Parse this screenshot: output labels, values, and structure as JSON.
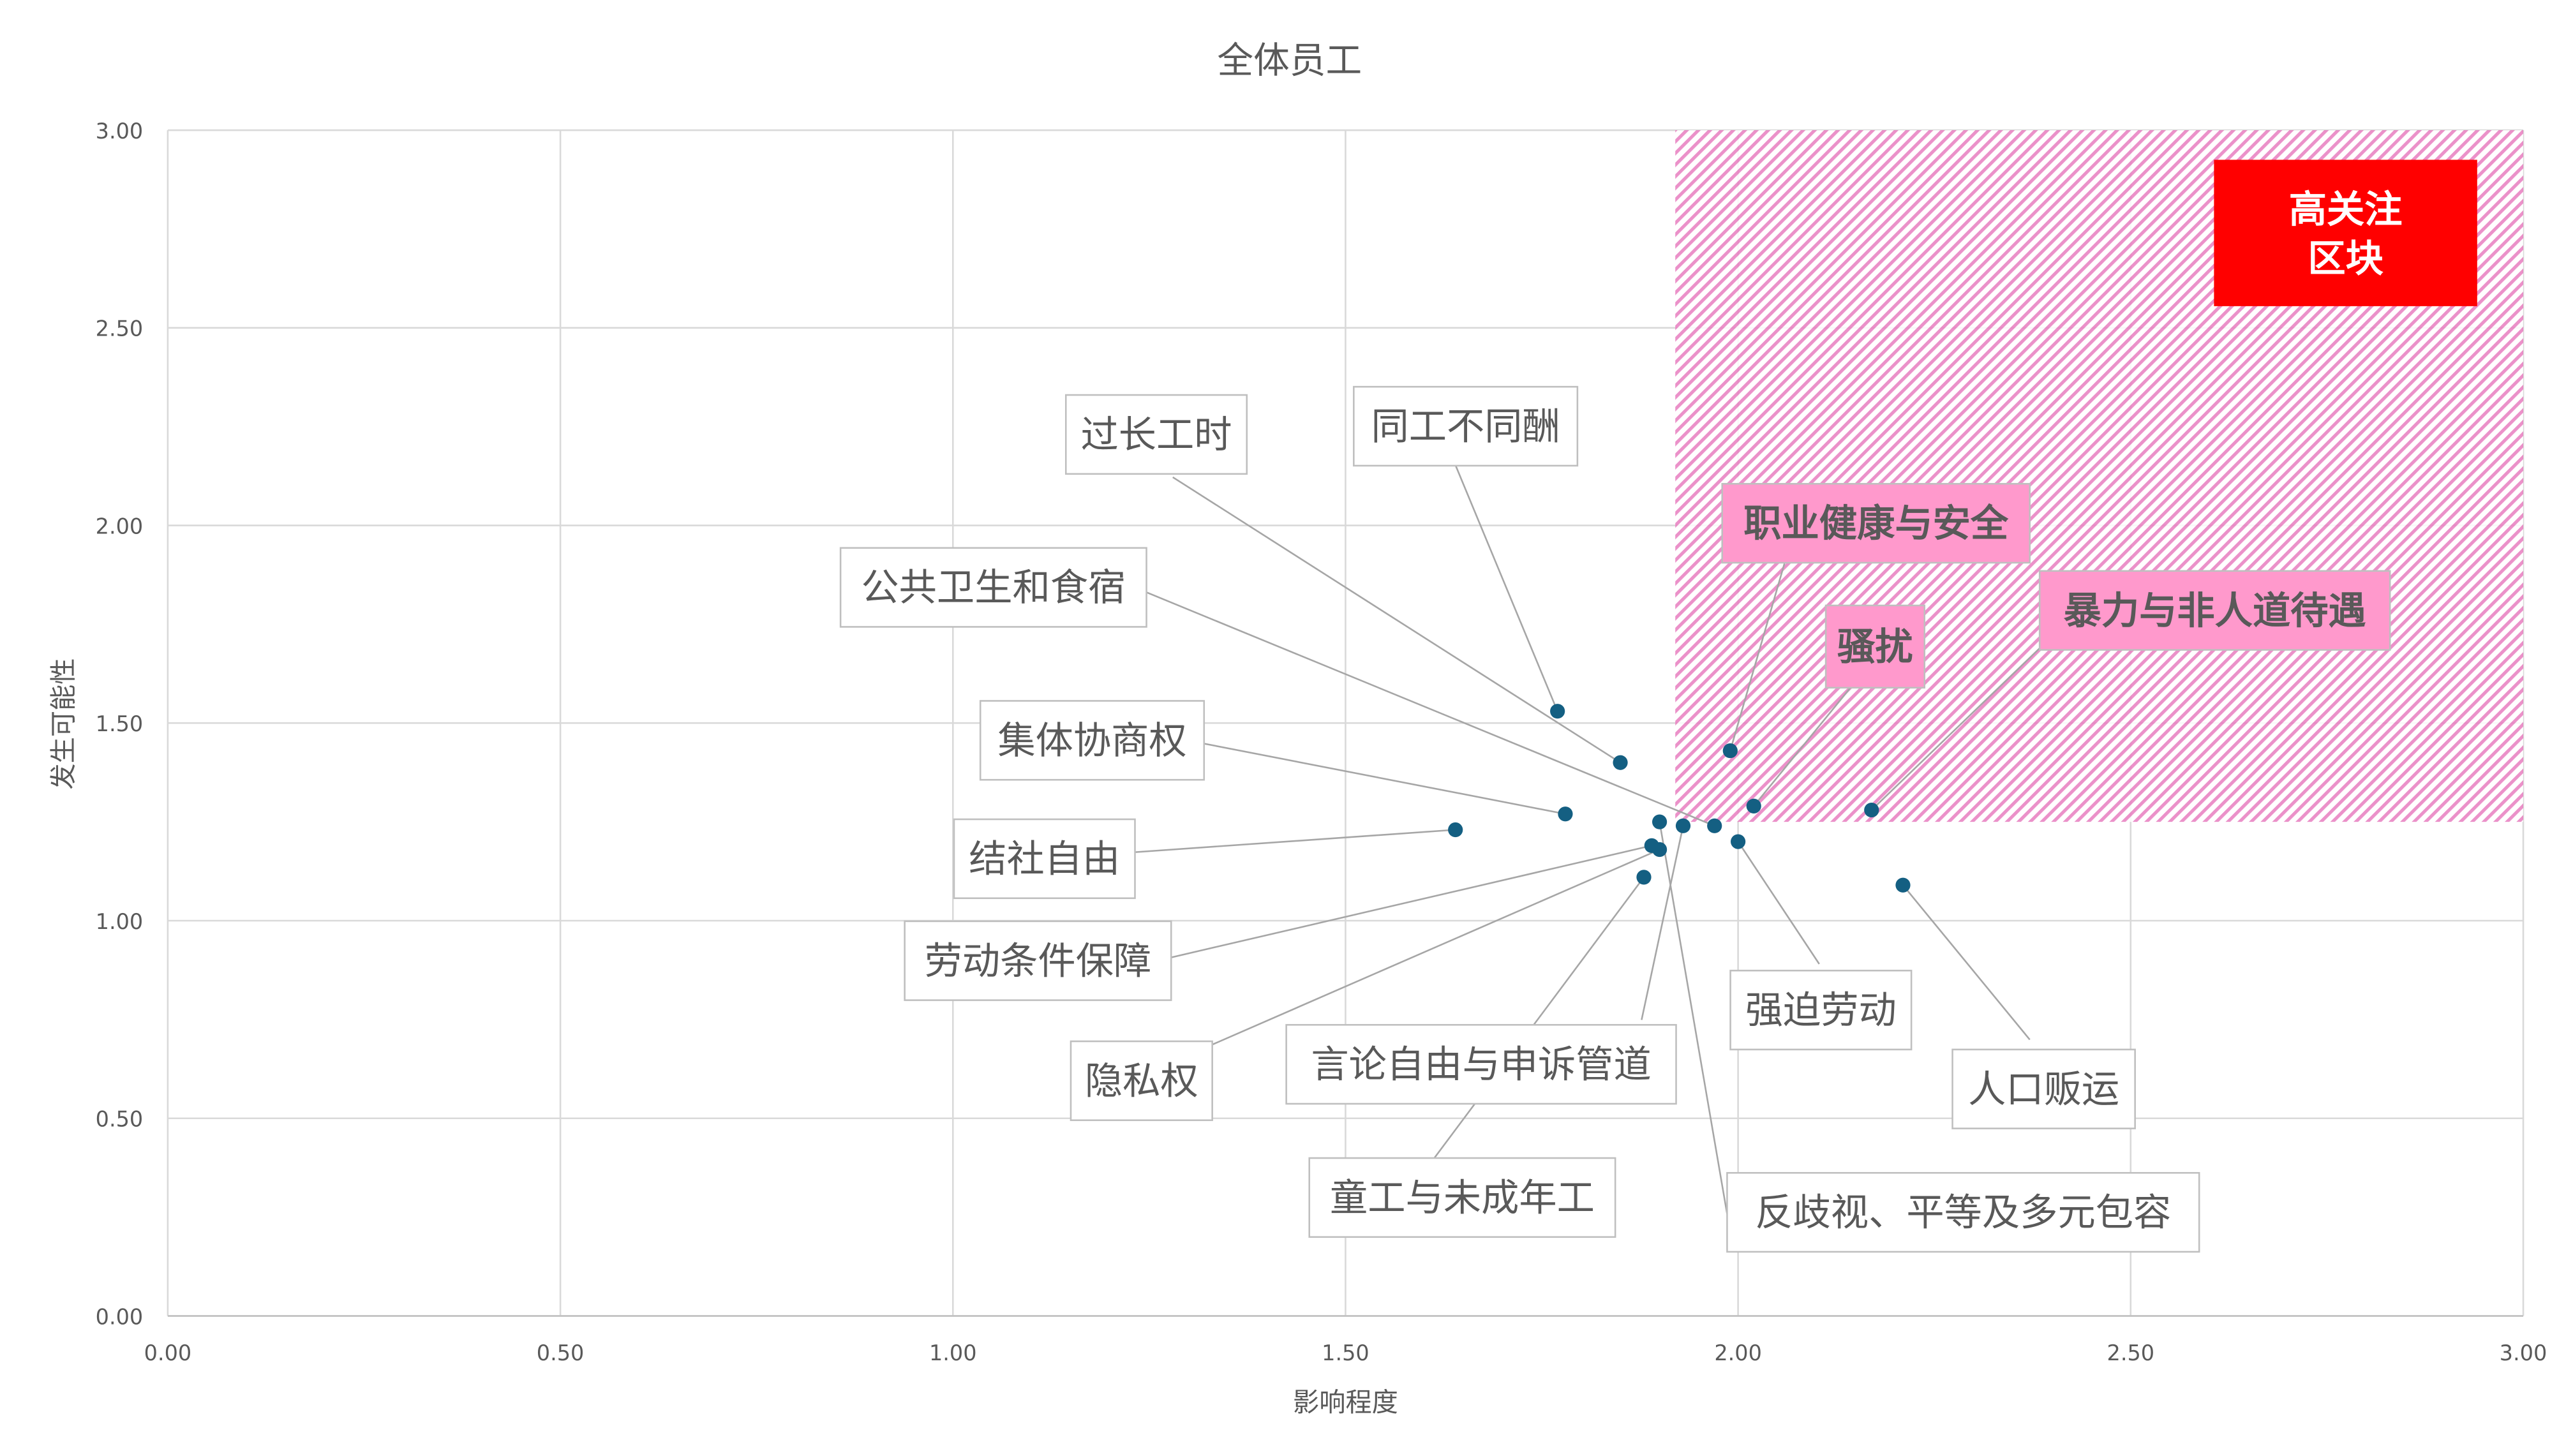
{
  "chart_data": {
    "type": "scatter",
    "title": "全体员工",
    "xlabel": "影响程度",
    "ylabel": "发生可能性",
    "xlim": [
      0,
      3
    ],
    "ylim": [
      0,
      3
    ],
    "xticks": [
      "0.00",
      "0.50",
      "1.00",
      "1.50",
      "2.00",
      "2.50",
      "3.00"
    ],
    "yticks": [
      "0.00",
      "0.50",
      "1.00",
      "1.50",
      "2.00",
      "2.50",
      "3.00"
    ],
    "grid": true,
    "marker_color": "#145F82",
    "highlight_region": {
      "x": [
        1.92,
        3.0
      ],
      "y": [
        1.25,
        3.0
      ],
      "color": "#E87DC0",
      "label_line1": "高关注",
      "label_line2": "区块",
      "label_color": "#FF0000"
    },
    "points": [
      {
        "label": "过长工时",
        "x": 1.85,
        "y": 1.4,
        "highlight": false
      },
      {
        "label": "同工不同酬",
        "x": 1.77,
        "y": 1.53,
        "highlight": false
      },
      {
        "label": "职业健康与安全",
        "x": 1.99,
        "y": 1.43,
        "highlight": true
      },
      {
        "label": "骚扰",
        "x": 2.02,
        "y": 1.29,
        "highlight": true
      },
      {
        "label": "暴力与非人道待遇",
        "x": 2.17,
        "y": 1.28,
        "highlight": true
      },
      {
        "label": "公共卫生和食宿",
        "x": 1.97,
        "y": 1.24,
        "highlight": false
      },
      {
        "label": "集体协商权",
        "x": 1.78,
        "y": 1.27,
        "highlight": false
      },
      {
        "label": "结社自由",
        "x": 1.64,
        "y": 1.23,
        "highlight": false
      },
      {
        "label": "劳动条件保障",
        "x": 1.89,
        "y": 1.19,
        "highlight": false
      },
      {
        "label": "隐私权",
        "x": 1.9,
        "y": 1.18,
        "highlight": false
      },
      {
        "label": "言论自由与申诉管道",
        "x": 1.93,
        "y": 1.24,
        "highlight": false
      },
      {
        "label": "童工与未成年工",
        "x": 1.88,
        "y": 1.11,
        "highlight": false
      },
      {
        "label": "强迫劳动",
        "x": 2.0,
        "y": 1.2,
        "highlight": false
      },
      {
        "label": "人口贩运",
        "x": 2.21,
        "y": 1.09,
        "highlight": false
      },
      {
        "label": "反歧视、平等及多元包容",
        "x": 1.9,
        "y": 1.25,
        "highlight": false
      }
    ]
  }
}
